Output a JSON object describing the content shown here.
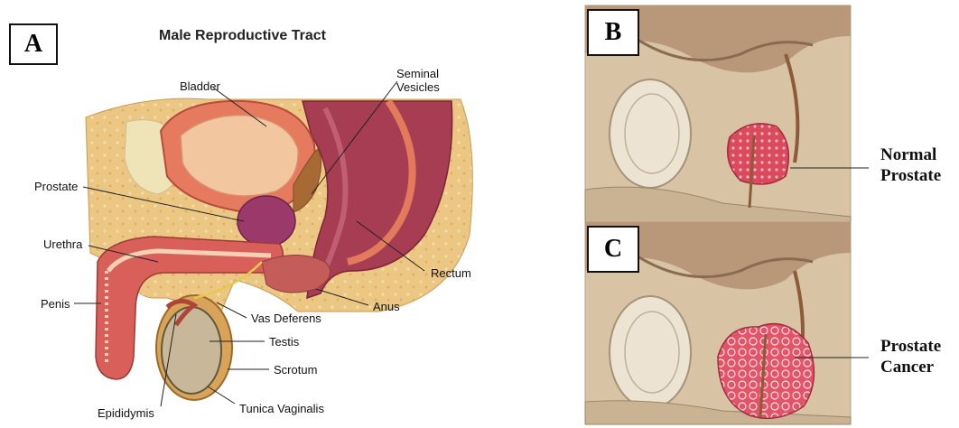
{
  "panel_a": {
    "letter": "A",
    "title": "Male Reproductive Tract",
    "labels": {
      "bladder": "Bladder",
      "seminal_vesicles_1": "Seminal",
      "seminal_vesicles_2": "Vesicles",
      "prostate": "Prostate",
      "urethra": "Urethra",
      "rectum": "Rectum",
      "penis": "Penis",
      "anus": "Anus",
      "vas_deferens": "Vas Deferens",
      "testis": "Testis",
      "scrotum": "Scrotum",
      "epididymis": "Epididymis",
      "tunica_vaginalis": "Tunica Vaginalis"
    }
  },
  "panel_b": {
    "letter": "B",
    "caption_1": "Normal",
    "caption_2": "Prostate"
  },
  "panel_c": {
    "letter": "C",
    "caption_1": "Prostate",
    "caption_2": "Cancer"
  },
  "colors": {
    "tissue": "#e9c07a",
    "bladder": "#e77a5e",
    "prostate": "#9b3a6a",
    "rectum": "#a43e4d",
    "penis": "#d9605a",
    "testis": "#c9b79a",
    "section_bg": "#d8c4a4",
    "cancer": "#d9445a"
  }
}
